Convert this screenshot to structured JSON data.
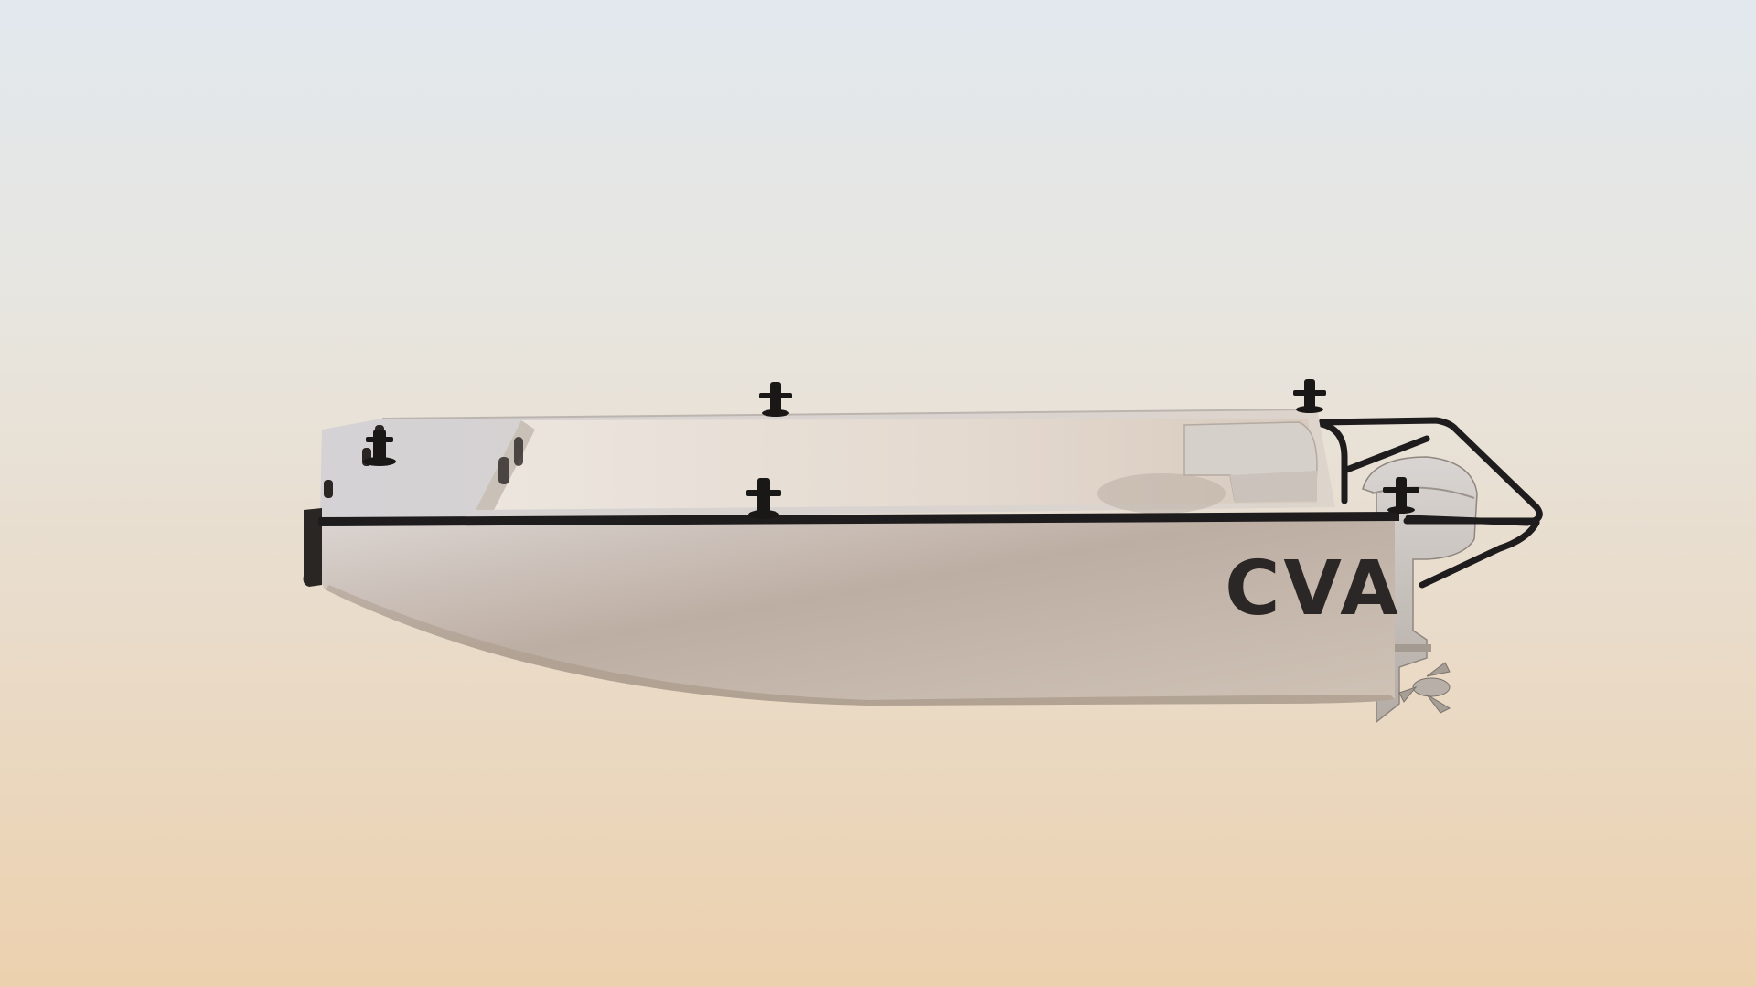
{
  "scene": {
    "description_type": "3d-render",
    "subject": "boat",
    "background_top": "#e2e8ee",
    "background_bottom": "#ecd1ae"
  },
  "boat": {
    "hull_color": "#c7b8a8",
    "rail_color": "#1e1c1c",
    "interior_color": "#dcd5cc",
    "logo": {
      "text": "CVA",
      "color": "#2b2726"
    }
  },
  "icons": [
    "bollard-icon",
    "outboard-motor-icon",
    "propeller-icon",
    "rail-frame-icon"
  ]
}
